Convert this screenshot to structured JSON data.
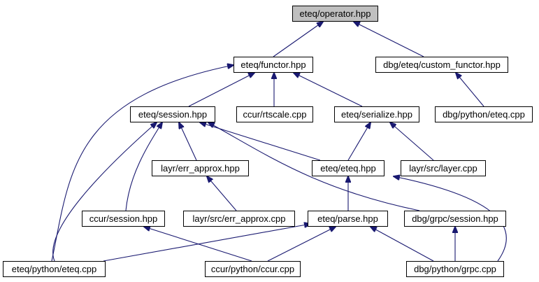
{
  "diagram": {
    "nodes": [
      {
        "id": "operator",
        "label": "eteq/operator.hpp",
        "root": true
      },
      {
        "id": "functor",
        "label": "eteq/functor.hpp"
      },
      {
        "id": "custom",
        "label": "dbg/eteq/custom_functor.hpp"
      },
      {
        "id": "session",
        "label": "eteq/session.hpp"
      },
      {
        "id": "rtscale",
        "label": "ccur/rtscale.cpp"
      },
      {
        "id": "serialize",
        "label": "eteq/serialize.hpp"
      },
      {
        "id": "dbgpyeteq",
        "label": "dbg/python/eteq.cpp"
      },
      {
        "id": "errapproxhpp",
        "label": "layr/err_approx.hpp"
      },
      {
        "id": "eteqhpp",
        "label": "eteq/eteq.hpp"
      },
      {
        "id": "layercpp",
        "label": "layr/src/layer.cpp"
      },
      {
        "id": "ccursession",
        "label": "ccur/session.hpp"
      },
      {
        "id": "errapproxcpp",
        "label": "layr/src/err_approx.cpp"
      },
      {
        "id": "parse",
        "label": "eteq/parse.hpp"
      },
      {
        "id": "grpcsession",
        "label": "dbg/grpc/session.hpp"
      },
      {
        "id": "pyeteq",
        "label": "eteq/python/eteq.cpp"
      },
      {
        "id": "pyccur",
        "label": "ccur/python/ccur.cpp"
      },
      {
        "id": "pygrpc",
        "label": "dbg/python/grpc.cpp"
      }
    ],
    "edges": [
      {
        "from": "functor",
        "to": "operator"
      },
      {
        "from": "custom",
        "to": "operator"
      },
      {
        "from": "session",
        "to": "functor"
      },
      {
        "from": "rtscale",
        "to": "functor"
      },
      {
        "from": "serialize",
        "to": "functor"
      },
      {
        "from": "pyeteq",
        "to": "functor"
      },
      {
        "from": "dbgpyeteq",
        "to": "custom"
      },
      {
        "from": "errapproxhpp",
        "to": "session"
      },
      {
        "from": "eteqhpp",
        "to": "session"
      },
      {
        "from": "ccursession",
        "to": "session"
      },
      {
        "from": "grpcsession",
        "to": "session"
      },
      {
        "from": "pyeteq",
        "to": "session"
      },
      {
        "from": "eteqhpp",
        "to": "serialize"
      },
      {
        "from": "layercpp",
        "to": "serialize"
      },
      {
        "from": "errapproxcpp",
        "to": "errapproxhpp"
      },
      {
        "from": "parse",
        "to": "eteqhpp"
      },
      {
        "from": "pygrpc",
        "to": "eteqhpp"
      },
      {
        "from": "pyccur",
        "to": "ccursession"
      },
      {
        "from": "pyeteq",
        "to": "parse"
      },
      {
        "from": "pyccur",
        "to": "parse"
      },
      {
        "from": "pygrpc",
        "to": "parse"
      },
      {
        "from": "pygrpc",
        "to": "grpcsession"
      }
    ]
  },
  "colors": {
    "edge": "#191970",
    "root_fill": "#bfbfbf",
    "node_fill": "#ffffff",
    "border": "#000000"
  }
}
